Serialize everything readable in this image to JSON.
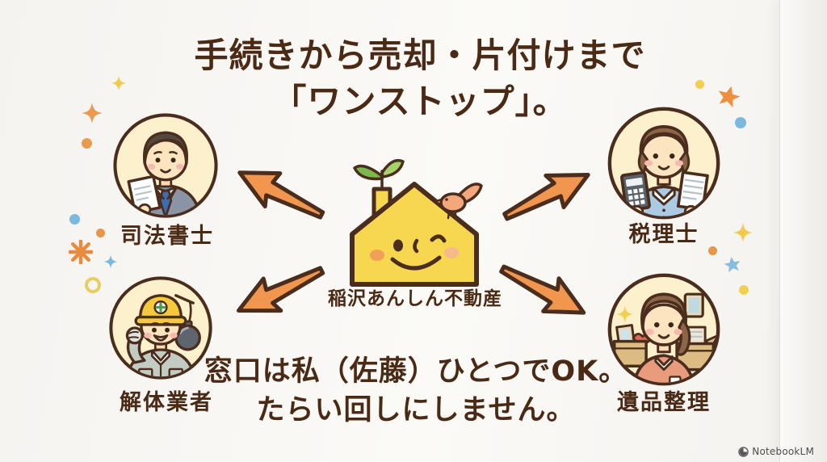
{
  "title": {
    "line1": "手続きから売却・片付けまで",
    "line2": "「ワンストップ」。"
  },
  "center": {
    "label": "稲沢あんしん不動産"
  },
  "nodes": [
    {
      "position": "top-left",
      "label": "司法書士"
    },
    {
      "position": "top-right",
      "label": "税理士"
    },
    {
      "position": "bottom-left",
      "label": "解体業者"
    },
    {
      "position": "bottom-right",
      "label": "遺品整理"
    }
  ],
  "footer": {
    "line1": "窓口は私（佐藤）ひとつでOK。",
    "line2": "たらい回しにしません。"
  },
  "watermark": {
    "label": "NotebookLM"
  },
  "colors": {
    "heading_text": "#4a2a15",
    "outline": "#4a2d1c",
    "arrow_fill": "#f0964e",
    "house_yellow": "#f8d750",
    "avatar_circle_bg": "#fcf0cd",
    "background": "#f6f4f1",
    "watermark_text": "#4c4c4c"
  },
  "icons": {
    "house-mascot-icon": "smiling yellow house with sprout chimney and bird",
    "sprout-icon": "green two-leaf sprout",
    "bird-icon": "orange bird standing on roof",
    "judicial-scrivener-avatar": "man in suit holding a document",
    "tax-accountant-avatar": "woman holding calculator and document",
    "demolition-worker-avatar": "worker in yellow helmet with wrecking ball",
    "estate-organizer-avatar": "woman in apron with cardboard boxes and frames",
    "arrow-icon": "hand-drawn orange arrow with dark outline",
    "sparkle-icon": "four-point sparkle",
    "star-icon": "five-point star",
    "burst-icon": "eight-ray starburst",
    "dot-icon": "small filled circle",
    "ring-icon": "small circle outline",
    "notebooklm-logo-icon": "NotebookLM shell logo"
  }
}
